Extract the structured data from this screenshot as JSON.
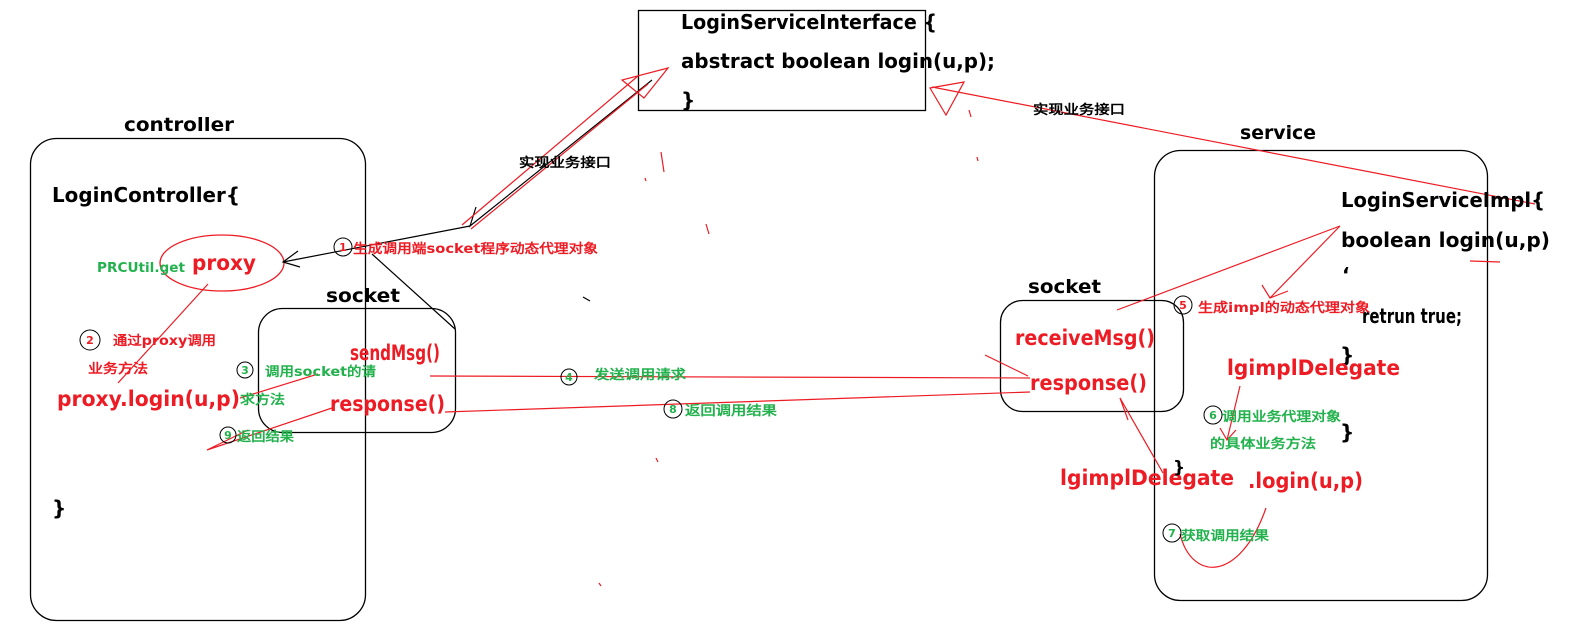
{
  "colors": {
    "red": "#ed1c24",
    "green": "#22b14c",
    "black": "#000000",
    "background": "#ffffff"
  },
  "interface_box": {
    "title": "LoginServiceInterface {",
    "method": "abstract boolean login(u,p);",
    "close": "}"
  },
  "controller": {
    "label": "controller",
    "class_open": "LoginController{",
    "rpc_util": "PRCUtil.get",
    "proxy": "proxy",
    "proxy_call": "proxy.login(u,p)",
    "class_close": "}"
  },
  "client_socket": {
    "label": "socket",
    "send": "sendMsg()",
    "response": "response()"
  },
  "server_socket": {
    "label": "socket",
    "receive": "receiveMsg()",
    "response": "response()"
  },
  "service": {
    "label": "service",
    "impl_open": "LoginServiceImpl{",
    "method": "boolean login(u,p)",
    "stray_mark": "‘",
    "return_stmt": "retrun true;",
    "method_close": "}",
    "impl_close": "}",
    "delegate_upper": "lgimplDelegate",
    "delegate_lower": "lgimplDelegate",
    "delegate_call": ".login(u,p)",
    "brace": "}"
  },
  "relations": {
    "implements_left": "实现业务接口",
    "implements_right": "实现业务接口"
  },
  "steps": [
    {
      "num": "1",
      "lines": [
        "生成调用端socket程序动态代理对象"
      ]
    },
    {
      "num": "2",
      "lines": [
        "通过proxy调用",
        "业务方法"
      ]
    },
    {
      "num": "3",
      "lines": [
        "调用socket的请",
        "求方法"
      ]
    },
    {
      "num": "4",
      "lines": [
        "发送调用请求"
      ]
    },
    {
      "num": "5",
      "lines": [
        "生成impl的动态代理对象"
      ]
    },
    {
      "num": "6",
      "lines": [
        "调用业务代理对象",
        "的具体业务方法"
      ]
    },
    {
      "num": "7",
      "lines": [
        "获取调用结果"
      ]
    },
    {
      "num": "8",
      "lines": [
        "返回调用结果"
      ]
    },
    {
      "num": "9",
      "lines": [
        "返回结果"
      ]
    }
  ]
}
